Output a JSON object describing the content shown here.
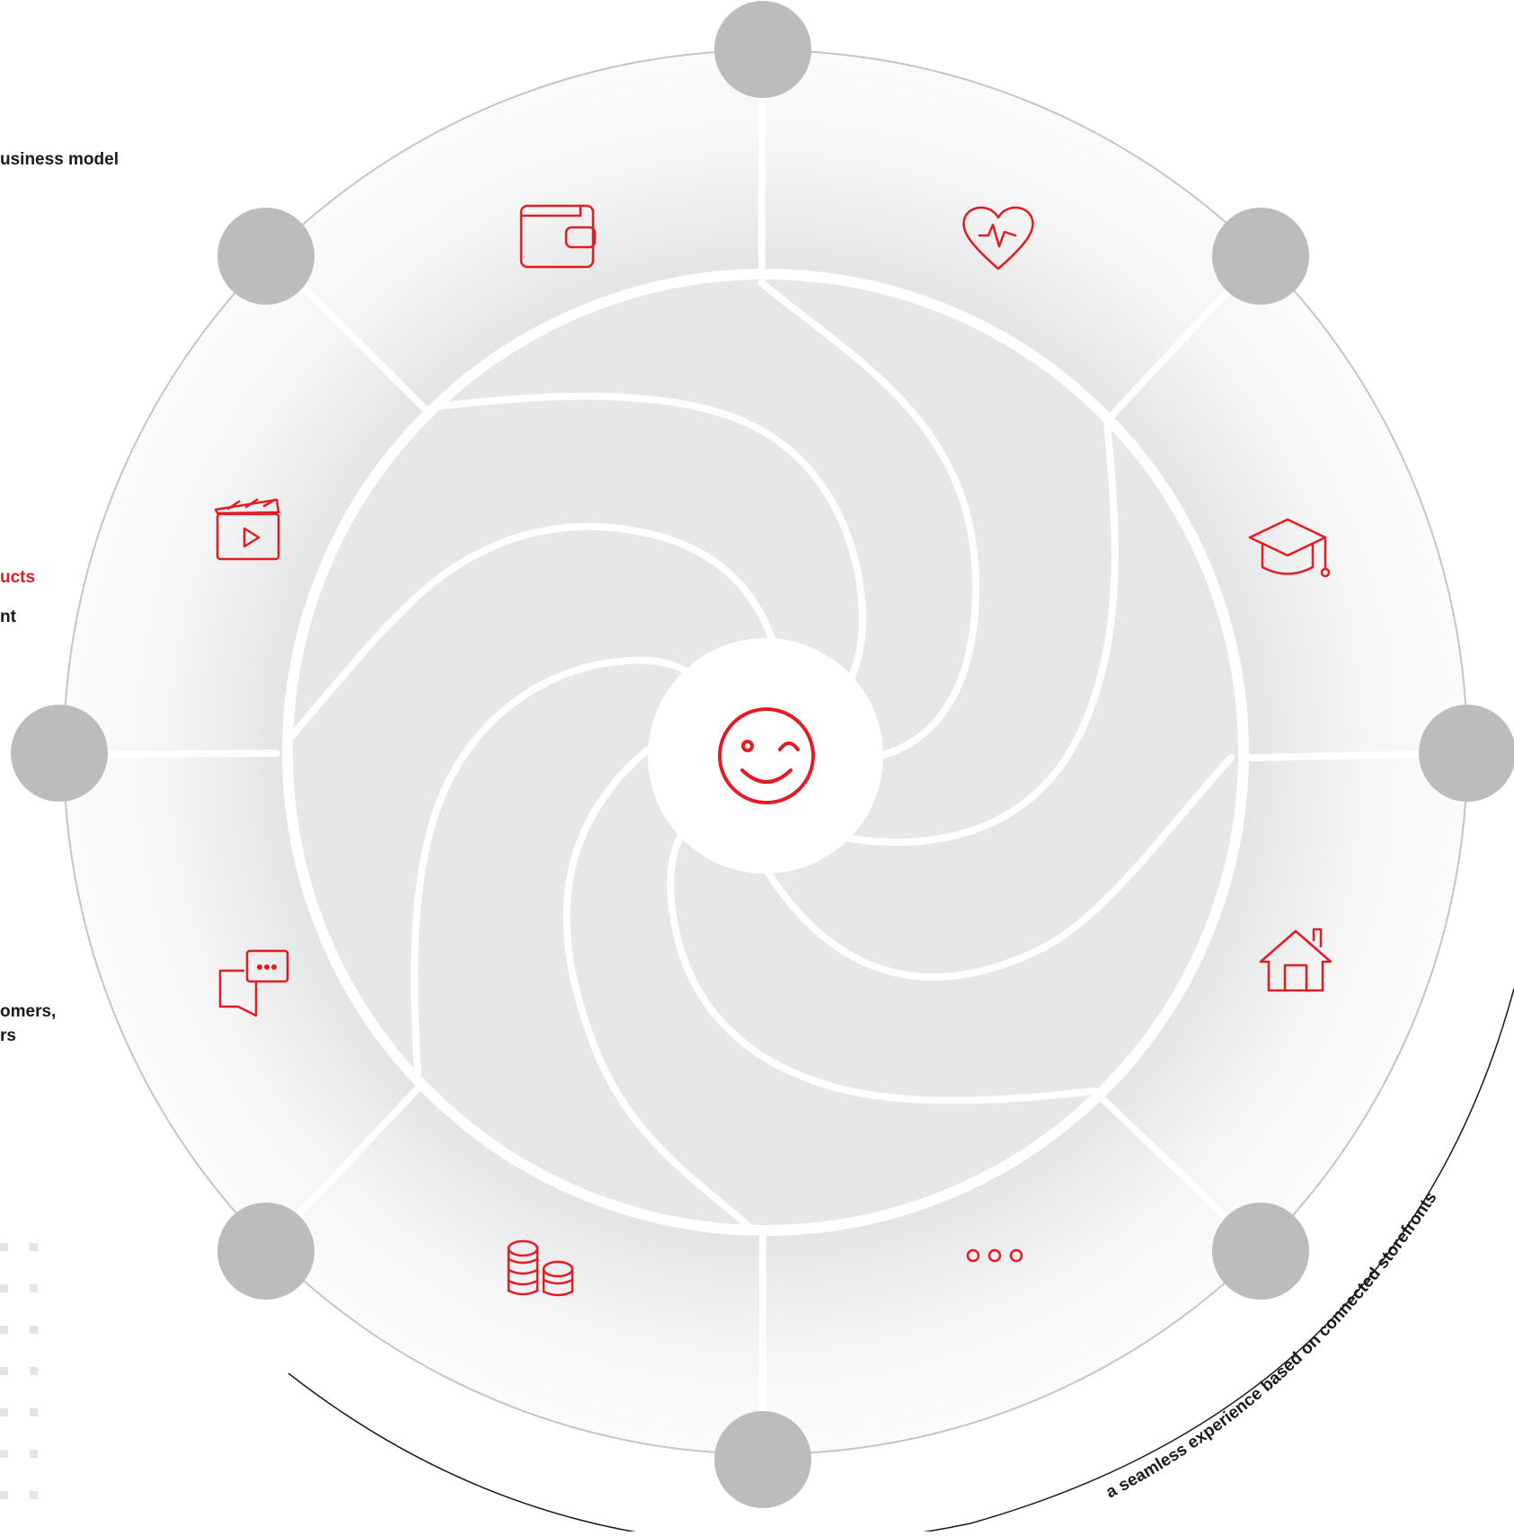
{
  "left_labels": {
    "business_model": "usiness model",
    "products": "ucts",
    "products_line2": "nt",
    "customers_line1": "omers,",
    "customers_line2": "rs"
  },
  "arc_caption": "a seamless experience based on connected storefronts",
  "center_icon": "winking-smiley-icon",
  "segment_icons": [
    "wallet-icon",
    "heart-pulse-icon",
    "graduation-cap-icon",
    "house-icon",
    "more-dots-icon",
    "coins-stack-icon",
    "chat-bubbles-icon",
    "video-clapper-icon"
  ],
  "colors": {
    "accent": "#e31b23",
    "node": "#bbbcbe",
    "inner_disc": "#e6e7e8",
    "ring_stroke": "#c4c5c7",
    "text": "#1a1a1a"
  }
}
